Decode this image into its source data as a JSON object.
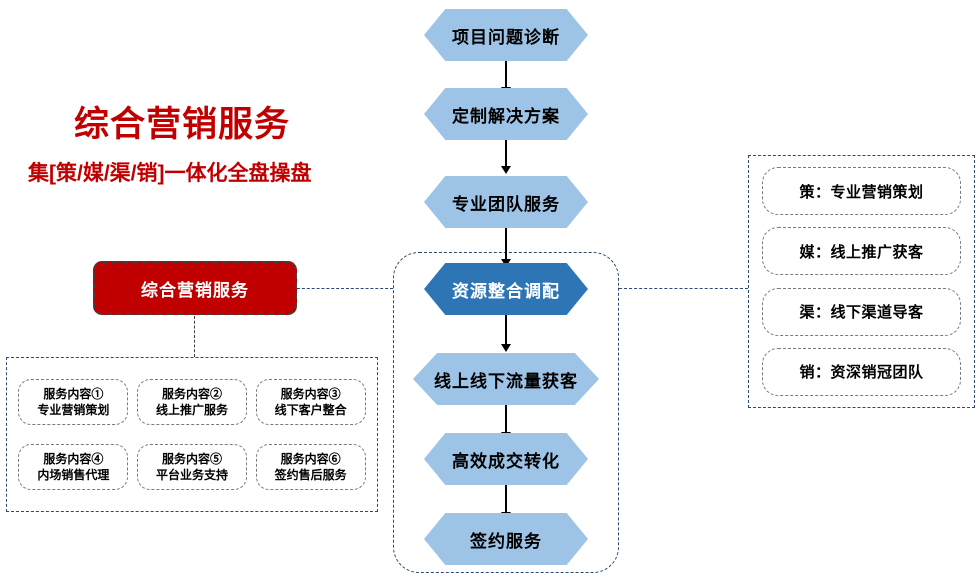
{
  "title": {
    "main": "综合营销服务",
    "sub": "集[策/媒/渠/销]一体化全盘操盘",
    "color": "#C00000"
  },
  "highlight_box": {
    "label": "综合营销服务",
    "fill": "#C00000",
    "text_color": "#FFFFFF"
  },
  "flow": {
    "accent_light": "#9DC3E6",
    "accent_dark": "#2E75B6",
    "nodes": [
      {
        "label": "项目问题诊断",
        "highlighted": false
      },
      {
        "label": "定制解决方案",
        "highlighted": false
      },
      {
        "label": "专业团队服务",
        "highlighted": false
      },
      {
        "label": "资源整合调配",
        "highlighted": true
      },
      {
        "label": "线上线下流量获客",
        "highlighted": false
      },
      {
        "label": "高效成交转化",
        "highlighted": false
      },
      {
        "label": "签约服务",
        "highlighted": false
      }
    ]
  },
  "services": [
    {
      "title": "服务内容①",
      "desc": "专业营销策划"
    },
    {
      "title": "服务内容②",
      "desc": "线上推广服务"
    },
    {
      "title": "服务内容③",
      "desc": "线下客户整合"
    },
    {
      "title": "服务内容④",
      "desc": "内场销售代理"
    },
    {
      "title": "服务内容⑤",
      "desc": "平台业务支持"
    },
    {
      "title": "服务内容⑥",
      "desc": "签约售后服务"
    }
  ],
  "pillars": [
    {
      "label": "策：专业营销策划"
    },
    {
      "label": "媒：线上推广获客"
    },
    {
      "label": "渠：线下渠道导客"
    },
    {
      "label": "销：资深销冠团队"
    }
  ]
}
